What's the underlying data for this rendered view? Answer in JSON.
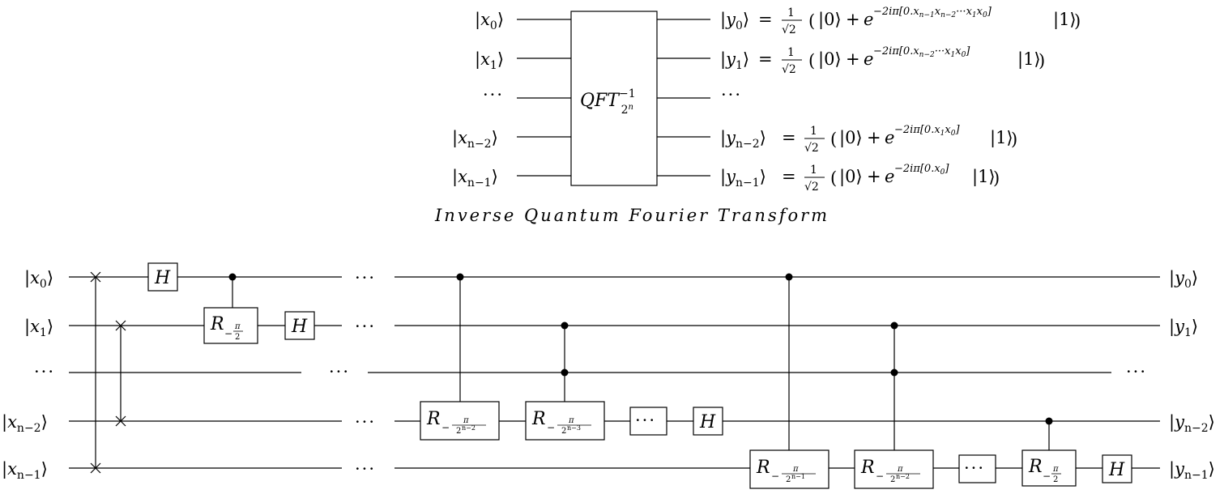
{
  "caption": "Inverse Quantum Fourier Transform",
  "qft_box": {
    "label": "QFT",
    "sup": "−1",
    "sub": "2",
    "subsup": "n"
  },
  "top_inputs": [
    {
      "name": "x",
      "idx": "0"
    },
    {
      "name": "x",
      "idx": "1"
    },
    {
      "name": "",
      "idx": ""
    },
    {
      "name": "x",
      "idx": "n−2"
    },
    {
      "name": "x",
      "idx": "n−1"
    }
  ],
  "top_outputs": [
    {
      "name": "y",
      "idx": "0",
      "exponent": "−2iπ[0.x",
      "exp_tail": "n−1",
      "exp_rest": "x",
      "exp_tail2": "n−2",
      "exp_end": "···x",
      "exp_x1": "1",
      "exp_x0": "x",
      "exp_x0i": "0",
      "exp_close": "]"
    },
    {
      "name": "y",
      "idx": "1",
      "exponent": "−2iπ[0.x",
      "exp_tail": "n−2",
      "exp_end": "···x",
      "exp_x1": "1",
      "exp_x0": "x",
      "exp_x0i": "0",
      "exp_close": "]"
    },
    {
      "name": "",
      "idx": ""
    },
    {
      "name": "y",
      "idx": "n−2",
      "exponent": "−2iπ[0.x",
      "exp_tail": "1",
      "exp_x0": "x",
      "exp_x0i": "0",
      "exp_close": "]"
    },
    {
      "name": "y",
      "idx": "n−1",
      "exponent": "−2iπ[0.x",
      "exp_tail": "0",
      "exp_close": "]"
    }
  ],
  "formula_parts": {
    "equals": "=",
    "one": "1",
    "sqrt2": "√2",
    "ket0": "|0⟩",
    "plus": "+",
    "e": "e",
    "ket1": "|1⟩"
  },
  "ellipsis": "···",
  "gates": {
    "H": "H",
    "R": "R",
    "minus": "−",
    "pi": "π",
    "denoms": [
      "2",
      "2",
      "2",
      "2",
      "2",
      "2"
    ],
    "exps": [
      "n−2",
      "n−3",
      "n−1",
      "n−2"
    ],
    "dots": "···"
  },
  "bottom_inputs": [
    {
      "name": "x",
      "idx": "0"
    },
    {
      "name": "x",
      "idx": "1"
    },
    {
      "name": "",
      "idx": ""
    },
    {
      "name": "x",
      "idx": "n−2"
    },
    {
      "name": "x",
      "idx": "n−1"
    }
  ],
  "bottom_outputs": [
    {
      "name": "y",
      "idx": "0"
    },
    {
      "name": "y",
      "idx": "1"
    },
    {
      "name": "",
      "idx": ""
    },
    {
      "name": "y",
      "idx": "n−2"
    },
    {
      "name": "y",
      "idx": "n−1"
    }
  ]
}
